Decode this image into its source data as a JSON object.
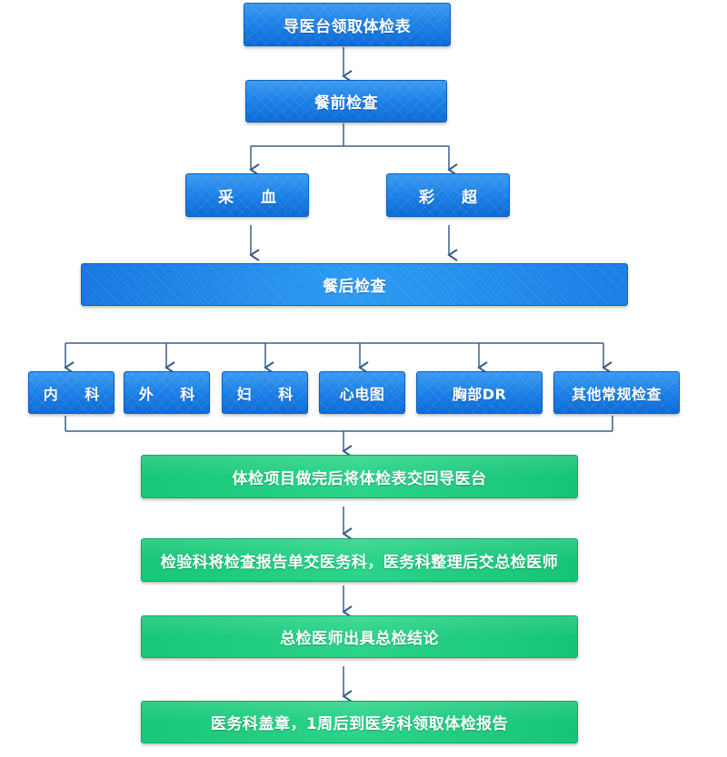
{
  "steps": {
    "collect_form": "导医台领取体检表",
    "pre_meal": "餐前检查",
    "blood": "采 血",
    "ultrasound": "彩 超",
    "post_meal": "餐后检查",
    "departments": [
      "内 科",
      "外 科",
      "妇 科",
      "心电图",
      "胸部DR",
      "其他常规检查"
    ],
    "return_form": "体检项目做完后将体检表交回导医台",
    "lab_report": "检验科将检查报告单交医务科，医务科整理后交总检医师",
    "conclusion": "总检医师出具总检结论",
    "pickup": "医务科盖章，1周后到医务科领取体检报告"
  },
  "colors": {
    "blue": "#1a7ee6",
    "green": "#1fcc80",
    "line": "#3a5f8a"
  }
}
